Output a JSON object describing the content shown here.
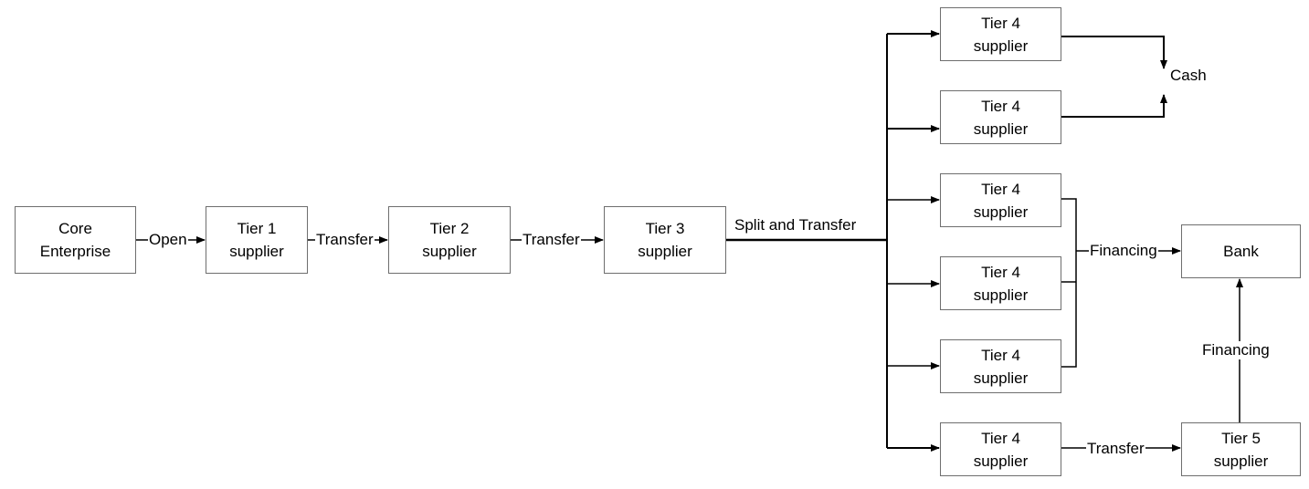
{
  "diagram": {
    "nodes": {
      "core": "Core\nEnterprise",
      "tier1": "Tier 1\nsupplier",
      "tier2": "Tier 2\nsupplier",
      "tier3": "Tier 3\nsupplier",
      "tier4_a": "Tier 4\nsupplier",
      "tier4_b": "Tier 4\nsupplier",
      "tier4_c": "Tier 4\nsupplier",
      "tier4_d": "Tier 4\nsupplier",
      "tier4_e": "Tier 4\nsupplier",
      "tier4_f": "Tier 4\nsupplier",
      "bank": "Bank",
      "tier5": "Tier 5\nsupplier"
    },
    "edges": {
      "open": "Open",
      "transfer_1_2": "Transfer",
      "transfer_2_3": "Transfer",
      "split_and_transfer": "Split and Transfer",
      "cash": "Cash",
      "financing_to_bank": "Financing",
      "transfer_4_5": "Transfer",
      "financing_5_bank": "Financing"
    }
  }
}
